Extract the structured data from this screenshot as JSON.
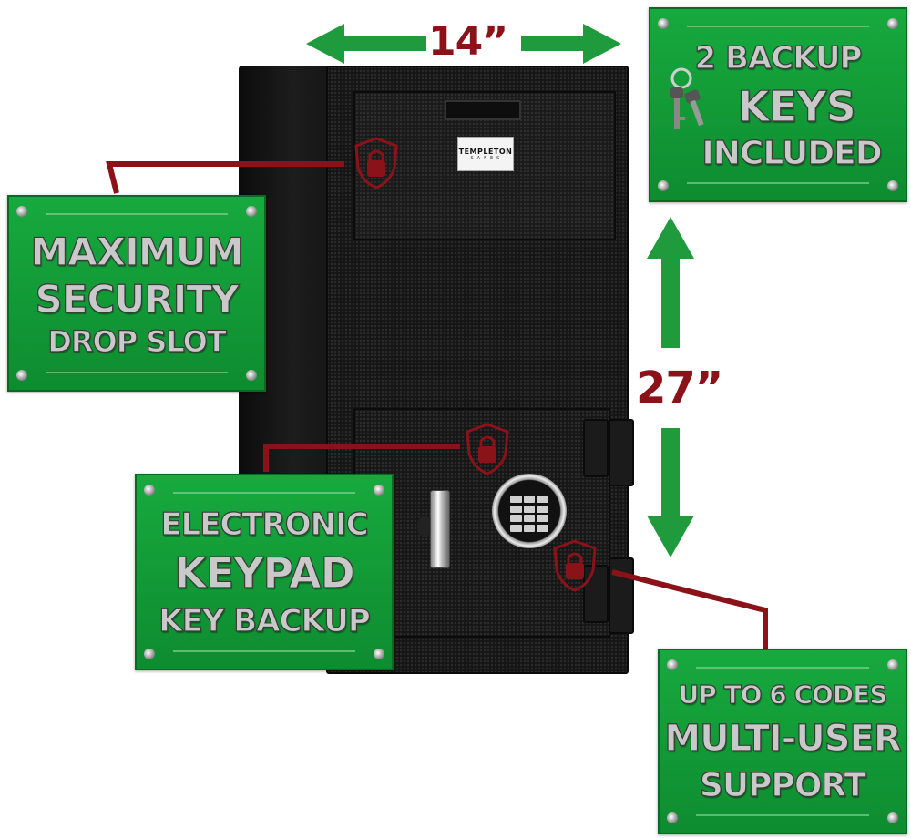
{
  "dimensions": {
    "width_label": "14”",
    "height_label": "27”"
  },
  "brand": {
    "name": "TEMPLETON",
    "sub": "S A F E S"
  },
  "signs": {
    "drop_slot": {
      "line1": "MAXIMUM",
      "line2": "SECURITY",
      "line3": "DROP SLOT"
    },
    "backup_keys": {
      "line1": "2 BACKUP",
      "line2": "KEYS",
      "line3": "INCLUDED"
    },
    "keypad": {
      "line1": "ELECTRONIC",
      "line2": "KEYPAD",
      "line3": "KEY BACKUP"
    },
    "codes": {
      "line1": "UP TO 6 CODES",
      "line2": "MULTI-USER",
      "line3": "SUPPORT"
    }
  },
  "colors": {
    "sign_green": "#17a93e",
    "arrow_green": "#1f9a3c",
    "callout_red": "#8b1219",
    "safe_black": "#151515"
  },
  "icons": [
    "shield-lock-icon",
    "keys-icon",
    "arrow-icon",
    "screw-icon"
  ]
}
